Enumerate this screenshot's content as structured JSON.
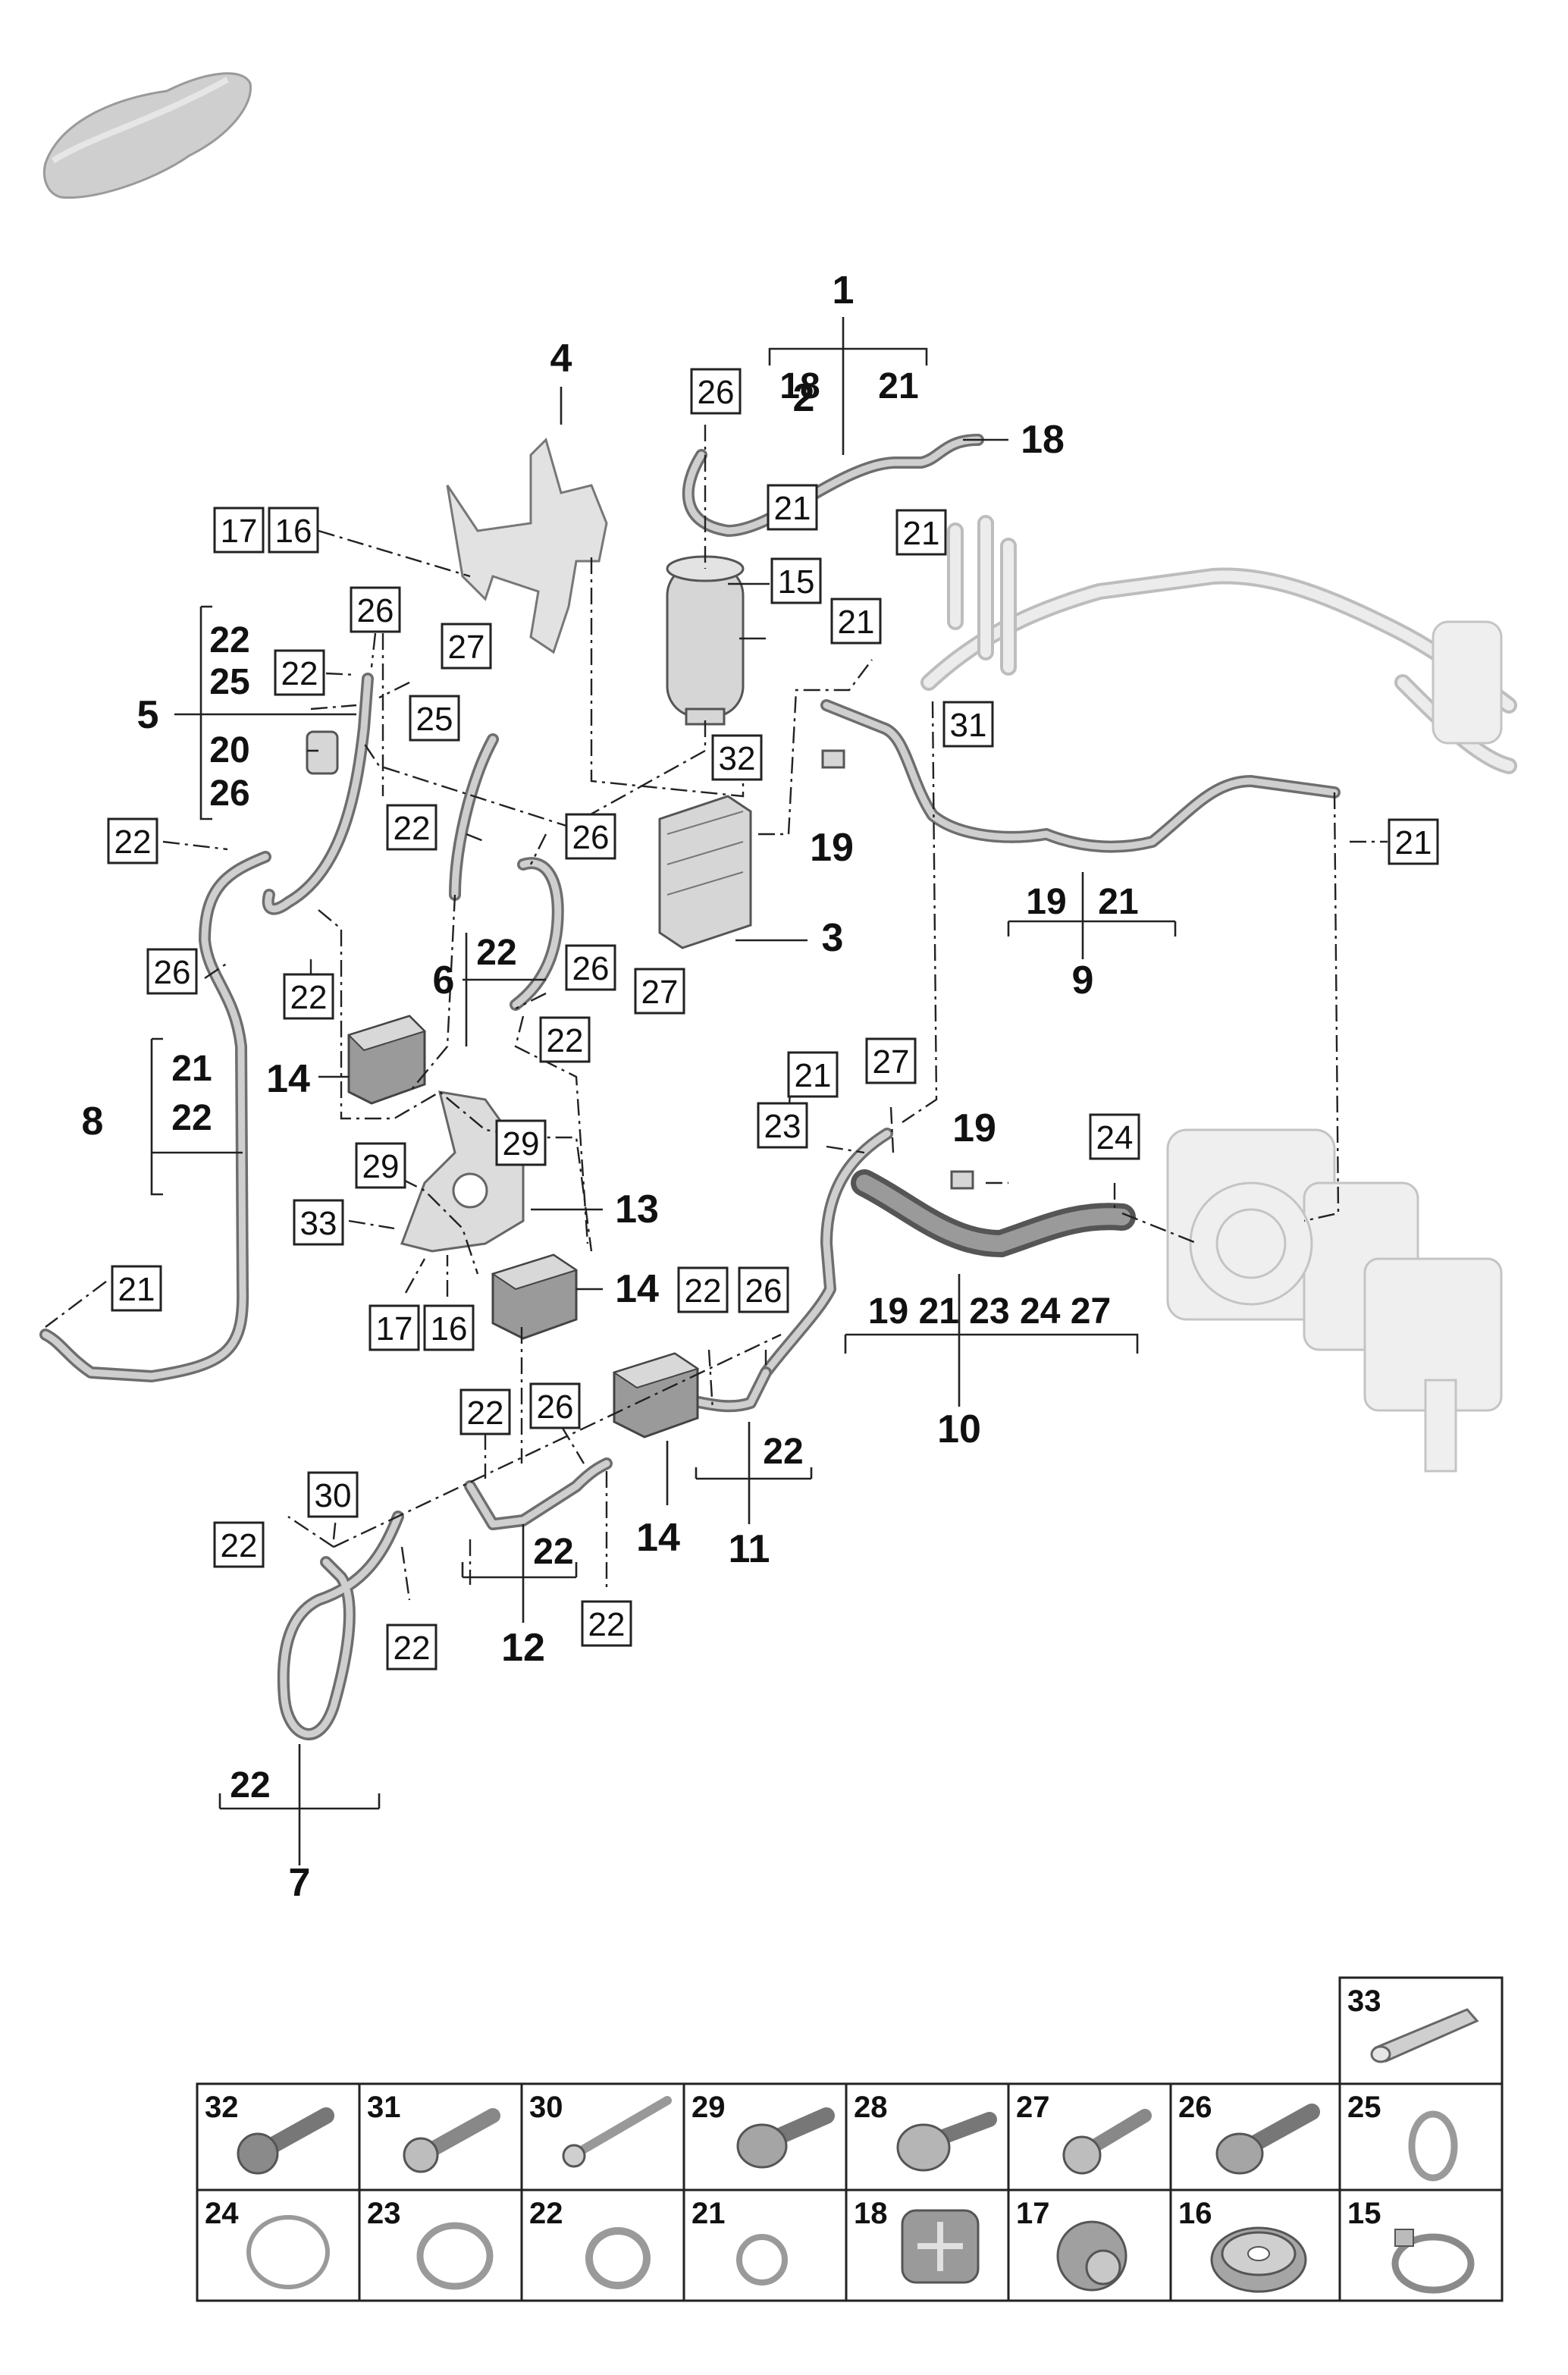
{
  "callouts": {
    "c1": "1",
    "c2": "2",
    "c3": "3",
    "c4": "4",
    "c5": "5",
    "c6": "6",
    "c7": "7",
    "c8": "8",
    "c9": "9",
    "c10": "10",
    "c11": "11",
    "c12": "12",
    "c13": "13",
    "c14a": "14",
    "c14b": "14",
    "c14c": "14",
    "c18": "18",
    "c19a": "19",
    "c19b": "19"
  },
  "group_labels": {
    "g1_a": "18",
    "g1_b": "21",
    "g5_a": "22",
    "g5_b": "25",
    "g5_c": "20",
    "g5_d": "26",
    "g6_a": "22",
    "g7_a": "22",
    "g8_a": "21",
    "g8_b": "22",
    "g9_a": "19",
    "g9_b": "21",
    "g10": "19 21 23 24 27",
    "g11_a": "22",
    "g12_a": "22"
  },
  "boxed_refs": {
    "b26_top": "26",
    "b21_top": "21",
    "b21_right1": "21",
    "b15": "15",
    "b17_a": "17",
    "b16_a": "16",
    "b27_a": "27",
    "b26_left": "26",
    "b22_left": "22",
    "b25": "25",
    "b21_mid": "21",
    "b31": "31",
    "b32": "32",
    "b22_l2": "22",
    "b26_l3": "26",
    "b26_mid": "26",
    "b22_mid": "22",
    "b26_m2": "26",
    "b27_b": "27",
    "b22_m3": "22",
    "b21_right2": "21",
    "b21_a": "21",
    "b27_c": "27",
    "b23": "23",
    "b24": "24",
    "b29_a": "29",
    "b29_b": "29",
    "b33": "33",
    "b17_b": "17",
    "b16_b": "16",
    "b21_left": "21",
    "b22_c1": "22",
    "b26_c1": "26",
    "b22_c2": "22",
    "b26_c2": "26",
    "b30": "30",
    "b22_c3": "22",
    "b22_c4": "22",
    "b22_c5": "22"
  },
  "parts_table": {
    "top": [
      {
        "num": "33"
      }
    ],
    "row1": [
      {
        "num": "32"
      },
      {
        "num": "31"
      },
      {
        "num": "30"
      },
      {
        "num": "29"
      },
      {
        "num": "28"
      },
      {
        "num": "27"
      },
      {
        "num": "26"
      },
      {
        "num": "25"
      }
    ],
    "row2": [
      {
        "num": "24"
      },
      {
        "num": "23"
      },
      {
        "num": "22"
      },
      {
        "num": "21"
      },
      {
        "num": "18"
      },
      {
        "num": "17"
      },
      {
        "num": "16"
      },
      {
        "num": "15"
      }
    ]
  }
}
